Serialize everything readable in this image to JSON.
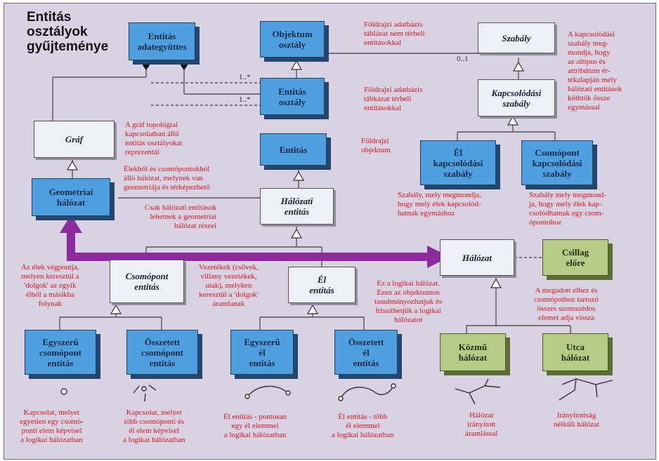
{
  "title": "Entitás\nosztályok\ngyűjteménye",
  "colors": {
    "panel_bg": "#d8d2e2",
    "blue_box": "#4e9fe0",
    "green_box": "#b6cc86",
    "white_box": "#eef0f5",
    "note_text": "#e4141e",
    "arrow": "#8c2a9e"
  },
  "boxes": {
    "entitas_adategyuttes": "Entitás\nadategyüttes",
    "objektum_osztaly": "Objektum\nosztály",
    "szabaly": "Szabály",
    "entitas_osztaly": "Entitás\nosztály",
    "kapcsolodasi_szabaly": "Kapcsolódási\nszabály",
    "graf": "Gráf",
    "entitas": "Entitás",
    "el_kapcsolodasi_szabaly": "Él\nkapcsolódási\nszabály",
    "csomopont_kapcsolodasi_szabaly": "Csomópont\nkapcsolódási\nszabály",
    "geometriai_halozat": "Geometriai\nhálózat",
    "halozati_entitas": "Hálózati\nentitás",
    "halozat": "Hálózat",
    "csillag_elore": "Csillag\nelőre",
    "csomopont_entitas": "Csomópont\nentitás",
    "el_entitas": "Él\nentitás",
    "egyszeru_csomopont_entitas": "Egyszerű\ncsomópont\nentitás",
    "osszetett_csomopont_entitas": "Összetett\ncsomópont\nentitás",
    "egyszeru_el_entitas": "Egyszerű\nél\nentitás",
    "osszetett_el_entitas": "Összetett\nél\nentitás",
    "kozmu_halozat": "Közmű\nhálózat",
    "utca_halozat": "Utca\nhálózat"
  },
  "multiplicities": {
    "m1": "1..*",
    "m2": "1..*",
    "m3": "0..1"
  },
  "notes": {
    "n_objektum": "Földrajzi adatbázis\ntáblázat nem térbeli\nentitásokkal",
    "n_entitas_osztaly": "Földrajzi adatbázis\ntábkázat térbeli\nentitásokkal",
    "n_szabaly": "A kapcsolódási\nszabály meg-\nmondja, hogy\naz altípus és\nattribútum ér-\ntékalapján mely\nhálózati entitások\nköthtők össze\negymással",
    "n_graf": "A gráf topológiai\nkapcsolatban álló\nentitás osztályokat\nreprezentál",
    "n_entitas": "Földrajzi\nobjektum",
    "n_geometria": "Élekből és csomópontokból\nálló hálózat, melynek van\ngeometriája és térképezhető",
    "n_halozati_entitas": "Csak hálózati entitások\nlehetnek a geometriai\nhálózat részei",
    "n_el_szabaly": "Szabály, mely megmondja,\nhogy mely élek kapcsolód-\nhatnak egymáshoz",
    "n_csp_szabaly": "Szabály mely megmond-\nja, hogy mely élek kap-\ncsolódhatnak egy csom-\nópontohoz",
    "n_el_vegpont": "Az élek végpontja,\nmelyen keresztül a\n'dolgok' az egyik\nélből a másikba\nfolynak",
    "n_vezetekek": "Vezetékek (csövek,\nvillany vezetékek,\nutak), melyken\nkeresztül a 'dolgok'\náramlanak",
    "n_logikai": "Ez a logikai hálózat.\nEzen az objektumon\ntanulmányozhatjuk és\nfrissíthetjük a logikai\nhálózatot",
    "n_csillag": "A megadott élhez és\ncsomópothoz tartozó\nösszes szomszédos\nelemet adja vissza",
    "n_kapcsolat1": "Kapcsolat, melyet\negyetlen egy csomó-\nponti elem képvisel\na logikai hálózatban",
    "n_kapcsolat2": "Kapcsolat, melyet\ntöbb csomóponti és\nél elem képvisel\na logikai hálózatban",
    "n_el_pontosan": "Él entitás - pontosan\negy él elemmel\na logikai hálózatban",
    "n_el_tobb": "Él entitás - több\nél elemmel\na logikai hálózatban",
    "n_iranyitott": "Hálózat\nirányított\náramlással",
    "n_iranyitatlan": "Irányítottság\nnélküli hálózat"
  }
}
